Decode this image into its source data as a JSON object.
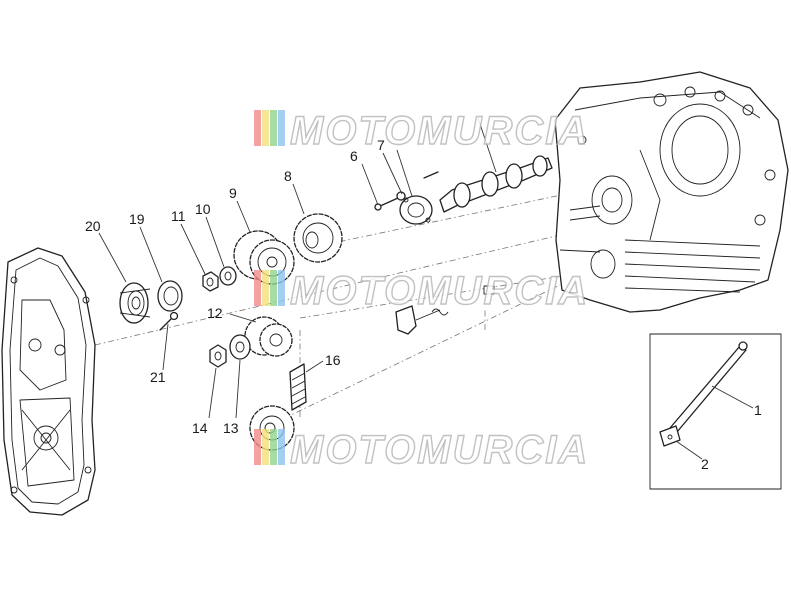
{
  "watermark": {
    "text": "MOTOMURCIA",
    "stripe_colors": [
      "#f08a8a",
      "#f2df7c",
      "#8fd48f",
      "#8cc3ee"
    ]
  },
  "callouts": [
    {
      "id": "1",
      "label": "1"
    },
    {
      "id": "2",
      "label": "2"
    },
    {
      "id": "6",
      "label": "6"
    },
    {
      "id": "7",
      "label": "7"
    },
    {
      "id": "8",
      "label": "8"
    },
    {
      "id": "9",
      "label": "9"
    },
    {
      "id": "10",
      "label": "10"
    },
    {
      "id": "11",
      "label": "11"
    },
    {
      "id": "12",
      "label": "12"
    },
    {
      "id": "13",
      "label": "13"
    },
    {
      "id": "14",
      "label": "14"
    },
    {
      "id": "16",
      "label": "16"
    },
    {
      "id": "19",
      "label": "19"
    },
    {
      "id": "20",
      "label": "20"
    },
    {
      "id": "21",
      "label": "21"
    }
  ]
}
